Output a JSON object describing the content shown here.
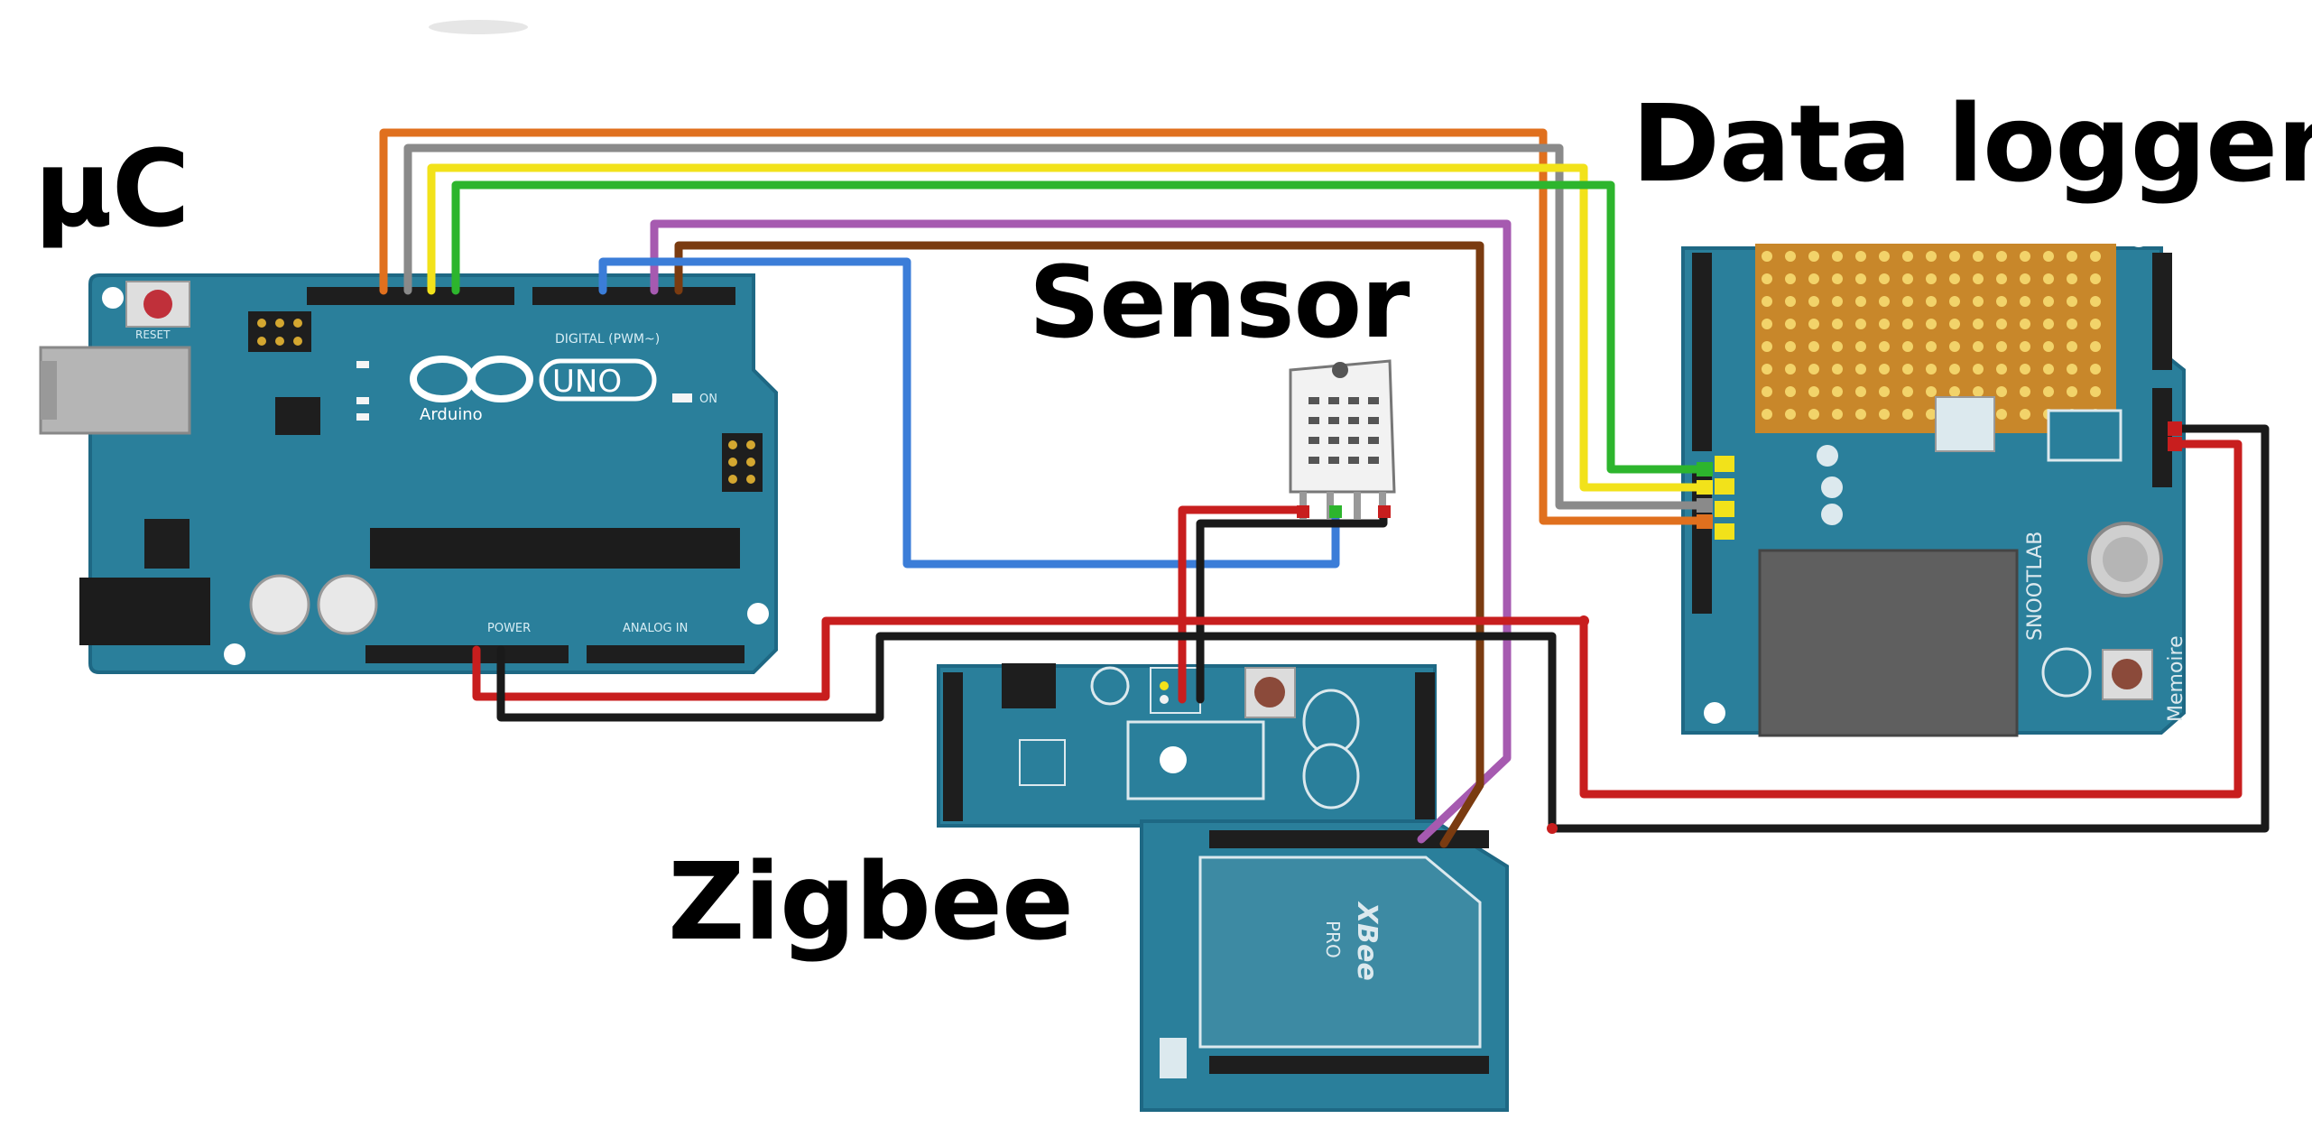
{
  "labels": {
    "microcontroller": "µC",
    "data_logger": "Data logger",
    "sensor": "Sensor",
    "zigbee": "Zigbee"
  },
  "arduino": {
    "logo_text": "UNO",
    "brand": "Arduino",
    "reset_label": "RESET",
    "on_label": "ON",
    "digital_label": "DIGITAL (PWM~)",
    "power_label": "POWER",
    "analog_label": "ANALOG IN"
  },
  "logger_shield": {
    "brand": "SNOOTLAB",
    "maker": "Memoire"
  },
  "xbee": {
    "module_text": "XBee",
    "module_sub": "PRO"
  },
  "colors": {
    "board": "#2a7f9b",
    "board_dark": "#1e6884",
    "wire_orange": "#e0701e",
    "wire_gray": "#8a8a8a",
    "wire_yellow": "#f2e21a",
    "wire_green": "#2db52d",
    "wire_purple": "#a65ab0",
    "wire_brown": "#7a3b10",
    "wire_blue": "#3b7dd8",
    "wire_red": "#c81e1e",
    "wire_black": "#1a1a1a"
  }
}
